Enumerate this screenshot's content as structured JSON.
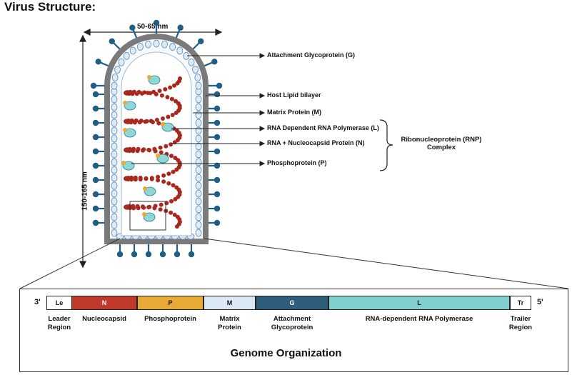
{
  "title": "Virus Structure:",
  "dimensions": {
    "width": "50-65 nm",
    "height": "150-165 nm"
  },
  "labels": {
    "attachment_glycoprotein": "Attachment Glycoprotein (G)",
    "host_lipid": "Host Lipid bilayer",
    "matrix": "Matrix Protein (M)",
    "polymerase": "RNA Dependent RNA Polymerase (L)",
    "nucleocapsid": "RNA + Nucleocapsid Protein (N)",
    "phosphoprotein": "Phosphoprotein (P)"
  },
  "rnp": {
    "line1": "Ribonucleoprotein (RNP)",
    "line2": "Complex"
  },
  "genome": {
    "end_left": "3'",
    "end_right": "5'",
    "title": "Genome Organization",
    "segments": [
      {
        "code": "Le",
        "name_1": "Leader",
        "name_2": "Region",
        "color": "#ffffff"
      },
      {
        "code": "N",
        "name_1": "Nucleocapsid",
        "name_2": "",
        "color": "#c0392b"
      },
      {
        "code": "P",
        "name_1": "Phosphoprotein",
        "name_2": "",
        "color": "#e8a935"
      },
      {
        "code": "M",
        "name_1": "Matrix",
        "name_2": "Protein",
        "color": "#dbe9f7"
      },
      {
        "code": "G",
        "name_1": "Attachment",
        "name_2": "Glycoprotein",
        "color": "#2f5d7c"
      },
      {
        "code": "L",
        "name_1": "RNA-dependent RNA Polymerase",
        "name_2": "",
        "color": "#7fcfcf"
      },
      {
        "code": "Tr",
        "name_1": "Trailer",
        "name_2": "Region",
        "color": "#ffffff"
      }
    ]
  },
  "colors": {
    "membrane": "#7a7a7a",
    "spike": "#1f5f85",
    "rna": "#a8281e",
    "polymerase": "#8fd6d6",
    "phospho": "#e8a935"
  }
}
